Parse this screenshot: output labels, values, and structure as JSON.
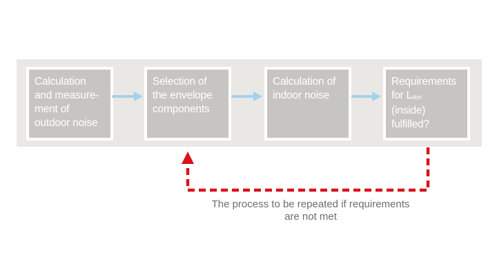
{
  "steps": [
    {
      "lines": [
        "Calculation",
        "and measure-",
        "ment of",
        "outdoor noise"
      ]
    },
    {
      "lines": [
        "Selection of",
        "the envelope",
        "components"
      ]
    },
    {
      "lines": [
        "Calculation of",
        "indoor noise"
      ]
    },
    {
      "lines": [
        "Requirements",
        "for L",
        "(inside)",
        "fulfilled?"
      ],
      "subscript": "dcn"
    }
  ],
  "feedback": {
    "caption_line1": "The process to be repeated if requirements",
    "caption_line2": "are not met"
  },
  "colors": {
    "band": "#e9e8e4",
    "box": "#c6c5c1",
    "arrow": "#a6d1ea",
    "feedback": "#d9121b",
    "caption": "#6d6d6d"
  }
}
